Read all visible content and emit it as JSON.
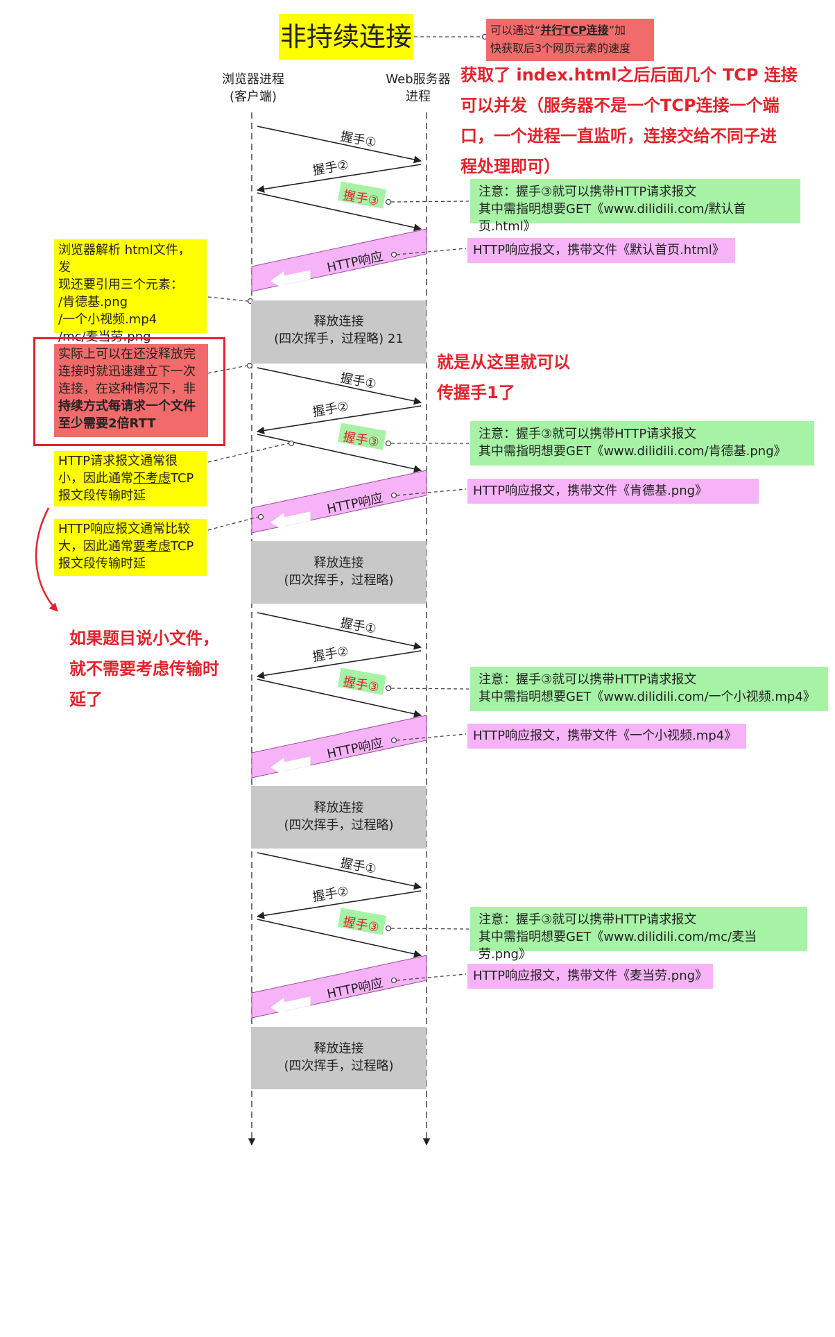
{
  "title": "非持续连接",
  "note_parallel": {
    "pre": "可以通过“",
    "em": "并行TCP连接",
    "post": "”加",
    "line2": "快获取后3个网页元素的速度"
  },
  "client_header": {
    "line1": "浏览器进程",
    "line2": "(客户端)"
  },
  "server_header": {
    "line1": "Web服务器",
    "line2": "进程"
  },
  "red_note_top": [
    "获取了 index.html之后后面几个 TCP 连接",
    "可以并发（服务器不是一个TCP连接一个端",
    "口，一个进程一直监听，连接交给不同子进",
    "程处理即可）"
  ],
  "red_note_mid": [
    "就是从这里就可以",
    "传握手1了"
  ],
  "red_note_left": [
    "如果题目说小文件，",
    "就不需要考虑传输时",
    "延了"
  ],
  "parse_note": [
    "浏览器解析 html文件，发",
    "现还要引用三个元素：",
    "/肯德基.png",
    "/一个小视频.mp4",
    "/mc/麦当劳.png"
  ],
  "rtt_note": [
    "实际上可以在还没释放完",
    "连接时就迅速建立下一次",
    "连接，在这种情况下，非",
    "持续方式每请求一个文件",
    "至少需要2倍RTT"
  ],
  "req_note": {
    "l1": "HTTP请求报文通常很",
    "l2a": "小，因此通常",
    "l2b": "不考虑",
    "l2c": "TCP",
    "l3": "报文段传输时延"
  },
  "resp_note": {
    "l1": "HTTP响应报文通常比较",
    "l2a": "大，因此通常",
    "l2b": "要考虑",
    "l2c": "TCP",
    "l3": "报文段传输时延"
  },
  "labels": {
    "hs1": "握手①",
    "hs2": "握手②",
    "hs3": "握手③",
    "http_resp": "HTTP响应"
  },
  "release": {
    "line1": "释放连接",
    "line2": "(四次挥手，过程略)"
  },
  "release_first_line2": "(四次挥手，过程略) 21",
  "rounds": [
    {
      "green1": "注意：握手③就可以携带HTTP请求报文",
      "green2": "其中需指明想要GET《www.dilidili.com/默认首页.html》",
      "pink": "HTTP响应报文，携带文件《默认首页.html》"
    },
    {
      "green1": "注意：握手③就可以携带HTTP请求报文",
      "green2": "其中需指明想要GET《www.dilidili.com/肯德基.png》",
      "pink": "HTTP响应报文，携带文件《肯德基.png》"
    },
    {
      "green1": "注意：握手③就可以携带HTTP请求报文",
      "green2": "其中需指明想要GET《www.dilidili.com/一个小视频.mp4》",
      "pink": "HTTP响应报文，携带文件《一个小视频.mp4》"
    },
    {
      "green1": "注意：握手③就可以携带HTTP请求报文",
      "green2": "其中需指明想要GET《www.dilidili.com/mc/麦当劳.png》",
      "pink": "HTTP响应报文，携带文件《麦当劳.png》"
    }
  ],
  "colors": {
    "yellow": "#ffff00",
    "green": "#a6f3a6",
    "pink": "#f7b3f7",
    "red": "#e4222c",
    "gray": "#c8c8c8"
  }
}
